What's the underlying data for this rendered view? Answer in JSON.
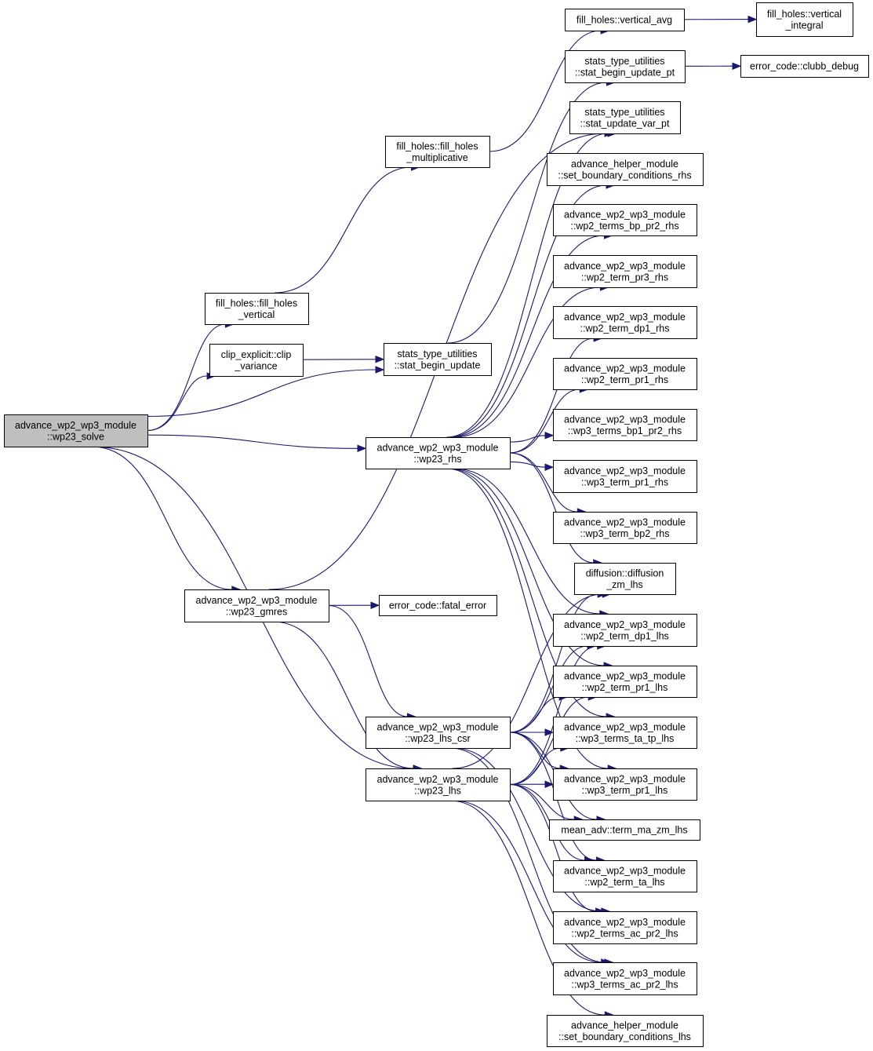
{
  "graph": {
    "type": "call-graph",
    "colors": {
      "edge": "#191970",
      "node_border": "#000000",
      "root_fill": "#bfbfbf",
      "node_fill": "#ffffff"
    },
    "nodes": [
      {
        "id": "wp23_solve",
        "lines": [
          "advance_wp2_wp3_module",
          "::wp23_solve"
        ]
      },
      {
        "id": "fill_holes_vertical",
        "lines": [
          "fill_holes::fill_holes",
          "_vertical"
        ]
      },
      {
        "id": "clip_variance",
        "lines": [
          "clip_explicit::clip",
          "_variance"
        ]
      },
      {
        "id": "stat_begin_update",
        "lines": [
          "stats_type_utilities",
          "::stat_begin_update"
        ]
      },
      {
        "id": "fill_holes_multiplicative",
        "lines": [
          "fill_holes::fill_holes",
          "_multiplicative"
        ]
      },
      {
        "id": "vertical_avg",
        "lines": [
          "fill_holes::vertical_avg"
        ]
      },
      {
        "id": "vertical_integral",
        "lines": [
          "fill_holes::vertical",
          "_integral"
        ]
      },
      {
        "id": "stat_begin_update_pt",
        "lines": [
          "stats_type_utilities",
          "::stat_begin_update_pt"
        ]
      },
      {
        "id": "clubb_debug",
        "lines": [
          "error_code::clubb_debug"
        ]
      },
      {
        "id": "stat_update_var_pt",
        "lines": [
          "stats_type_utilities",
          "::stat_update_var_pt"
        ]
      },
      {
        "id": "set_boundary_conditions_rhs",
        "lines": [
          "advance_helper_module",
          "::set_boundary_conditions_rhs"
        ]
      },
      {
        "id": "wp2_terms_bp_pr2_rhs",
        "lines": [
          "advance_wp2_wp3_module",
          "::wp2_terms_bp_pr2_rhs"
        ]
      },
      {
        "id": "wp2_term_pr3_rhs",
        "lines": [
          "advance_wp2_wp3_module",
          "::wp2_term_pr3_rhs"
        ]
      },
      {
        "id": "wp2_term_dp1_rhs",
        "lines": [
          "advance_wp2_wp3_module",
          "::wp2_term_dp1_rhs"
        ]
      },
      {
        "id": "wp2_term_pr1_rhs",
        "lines": [
          "advance_wp2_wp3_module",
          "::wp2_term_pr1_rhs"
        ]
      },
      {
        "id": "wp3_terms_bp1_pr2_rhs",
        "lines": [
          "advance_wp2_wp3_module",
          "::wp3_terms_bp1_pr2_rhs"
        ]
      },
      {
        "id": "wp3_term_pr1_rhs",
        "lines": [
          "advance_wp2_wp3_module",
          "::wp3_term_pr1_rhs"
        ]
      },
      {
        "id": "wp3_term_bp2_rhs",
        "lines": [
          "advance_wp2_wp3_module",
          "::wp3_term_bp2_rhs"
        ]
      },
      {
        "id": "wp23_rhs",
        "lines": [
          "advance_wp2_wp3_module",
          "::wp23_rhs"
        ]
      },
      {
        "id": "diffusion_zm_lhs",
        "lines": [
          "diffusion::diffusion",
          "_zm_lhs"
        ]
      },
      {
        "id": "wp23_gmres",
        "lines": [
          "advance_wp2_wp3_module",
          "::wp23_gmres"
        ]
      },
      {
        "id": "fatal_error",
        "lines": [
          "error_code::fatal_error"
        ]
      },
      {
        "id": "wp2_term_dp1_lhs",
        "lines": [
          "advance_wp2_wp3_module",
          "::wp2_term_dp1_lhs"
        ]
      },
      {
        "id": "wp2_term_pr1_lhs",
        "lines": [
          "advance_wp2_wp3_module",
          "::wp2_term_pr1_lhs"
        ]
      },
      {
        "id": "wp3_terms_ta_tp_lhs",
        "lines": [
          "advance_wp2_wp3_module",
          "::wp3_terms_ta_tp_lhs"
        ]
      },
      {
        "id": "wp23_lhs_csr",
        "lines": [
          "advance_wp2_wp3_module",
          "::wp23_lhs_csr"
        ]
      },
      {
        "id": "wp23_lhs",
        "lines": [
          "advance_wp2_wp3_module",
          "::wp23_lhs"
        ]
      },
      {
        "id": "wp3_term_pr1_lhs",
        "lines": [
          "advance_wp2_wp3_module",
          "::wp3_term_pr1_lhs"
        ]
      },
      {
        "id": "term_ma_zm_lhs",
        "lines": [
          "mean_adv::term_ma_zm_lhs"
        ]
      },
      {
        "id": "wp2_term_ta_lhs",
        "lines": [
          "advance_wp2_wp3_module",
          "::wp2_term_ta_lhs"
        ]
      },
      {
        "id": "wp2_terms_ac_pr2_lhs",
        "lines": [
          "advance_wp2_wp3_module",
          "::wp2_terms_ac_pr2_lhs"
        ]
      },
      {
        "id": "wp3_terms_ac_pr2_lhs",
        "lines": [
          "advance_wp2_wp3_module",
          "::wp3_terms_ac_pr2_lhs"
        ]
      },
      {
        "id": "set_boundary_conditions_lhs",
        "lines": [
          "advance_helper_module",
          "::set_boundary_conditions_lhs"
        ]
      }
    ],
    "edges": [
      [
        "wp23_solve",
        "fill_holes_vertical"
      ],
      [
        "wp23_solve",
        "clip_variance"
      ],
      [
        "wp23_solve",
        "stat_begin_update"
      ],
      [
        "wp23_solve",
        "wp23_rhs"
      ],
      [
        "wp23_solve",
        "wp23_gmres"
      ],
      [
        "wp23_solve",
        "wp23_lhs"
      ],
      [
        "fill_holes_vertical",
        "fill_holes_multiplicative"
      ],
      [
        "fill_holes_multiplicative",
        "vertical_avg"
      ],
      [
        "vertical_avg",
        "vertical_integral"
      ],
      [
        "clip_variance",
        "stat_begin_update"
      ],
      [
        "stat_begin_update",
        "stat_begin_update_pt"
      ],
      [
        "stat_begin_update_pt",
        "clubb_debug"
      ],
      [
        "wp23_rhs",
        "stat_update_var_pt"
      ],
      [
        "wp23_rhs",
        "set_boundary_conditions_rhs"
      ],
      [
        "wp23_rhs",
        "wp2_terms_bp_pr2_rhs"
      ],
      [
        "wp23_rhs",
        "wp2_term_pr3_rhs"
      ],
      [
        "wp23_rhs",
        "wp2_term_dp1_rhs"
      ],
      [
        "wp23_rhs",
        "wp2_term_pr1_rhs"
      ],
      [
        "wp23_rhs",
        "wp3_terms_bp1_pr2_rhs"
      ],
      [
        "wp23_rhs",
        "wp3_term_pr1_rhs"
      ],
      [
        "wp23_rhs",
        "wp3_term_bp2_rhs"
      ],
      [
        "wp23_rhs",
        "diffusion_zm_lhs"
      ],
      [
        "wp23_rhs",
        "wp2_term_dp1_lhs"
      ],
      [
        "wp23_rhs",
        "wp2_term_pr1_lhs"
      ],
      [
        "wp23_rhs",
        "wp3_terms_ta_tp_lhs"
      ],
      [
        "wp23_rhs",
        "wp3_term_pr1_lhs"
      ],
      [
        "wp23_gmres",
        "stat_update_var_pt"
      ],
      [
        "wp23_gmres",
        "fatal_error"
      ],
      [
        "wp23_gmres",
        "wp23_lhs_csr"
      ],
      [
        "wp23_gmres",
        "wp23_lhs"
      ],
      [
        "wp23_lhs_csr",
        "diffusion_zm_lhs"
      ],
      [
        "wp23_lhs_csr",
        "wp2_term_dp1_lhs"
      ],
      [
        "wp23_lhs_csr",
        "wp2_term_pr1_lhs"
      ],
      [
        "wp23_lhs_csr",
        "wp3_terms_ta_tp_lhs"
      ],
      [
        "wp23_lhs_csr",
        "wp3_term_pr1_lhs"
      ],
      [
        "wp23_lhs_csr",
        "term_ma_zm_lhs"
      ],
      [
        "wp23_lhs_csr",
        "wp2_term_ta_lhs"
      ],
      [
        "wp23_lhs_csr",
        "wp2_terms_ac_pr2_lhs"
      ],
      [
        "wp23_lhs_csr",
        "wp3_terms_ac_pr2_lhs"
      ],
      [
        "wp23_lhs",
        "diffusion_zm_lhs"
      ],
      [
        "wp23_lhs",
        "wp2_term_dp1_lhs"
      ],
      [
        "wp23_lhs",
        "wp2_term_pr1_lhs"
      ],
      [
        "wp23_lhs",
        "wp3_terms_ta_tp_lhs"
      ],
      [
        "wp23_lhs",
        "wp3_term_pr1_lhs"
      ],
      [
        "wp23_lhs",
        "term_ma_zm_lhs"
      ],
      [
        "wp23_lhs",
        "wp2_term_ta_lhs"
      ],
      [
        "wp23_lhs",
        "wp2_terms_ac_pr2_lhs"
      ],
      [
        "wp23_lhs",
        "wp3_terms_ac_pr2_lhs"
      ],
      [
        "wp23_lhs",
        "set_boundary_conditions_lhs"
      ]
    ]
  }
}
